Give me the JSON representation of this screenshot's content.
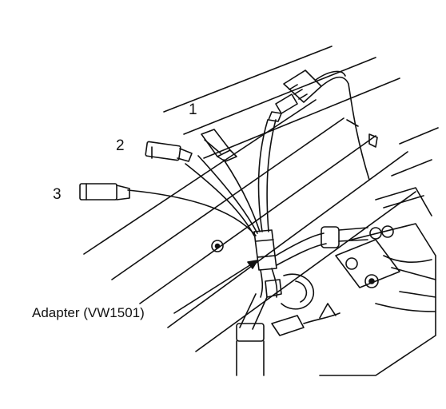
{
  "callouts": {
    "connector_1": "1",
    "connector_2": "2",
    "connector_3": "3",
    "adapter": "Adapter (VW1501)"
  },
  "colors": {
    "line": "#111111",
    "background": "#ffffff"
  }
}
